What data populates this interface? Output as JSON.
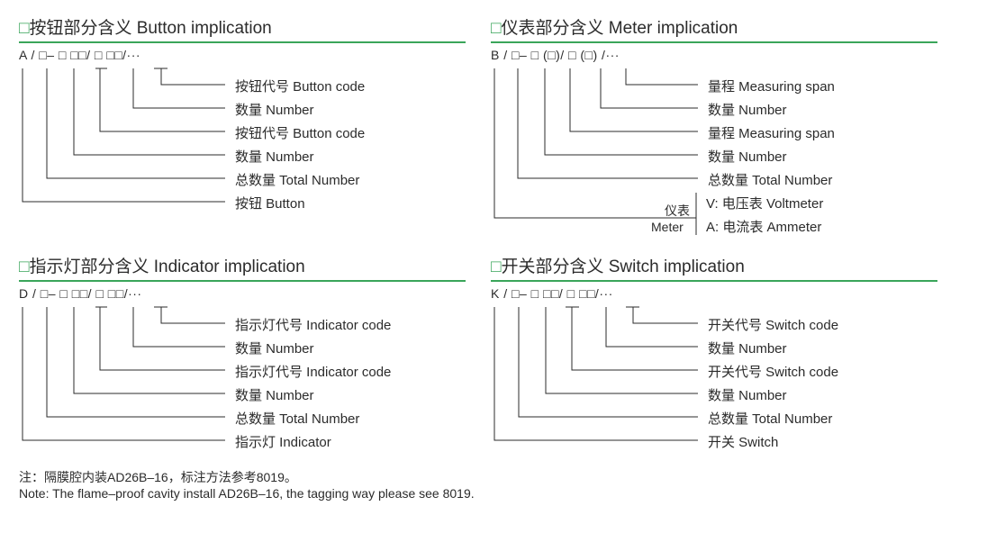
{
  "sections": {
    "button": {
      "title_box": "□",
      "title": "按钮部分含义 Button implication",
      "code": "A / □– □ □□/ □ □□/···",
      "items": [
        "按钮代号  Button code",
        "数量  Number",
        "按钮代号  Button code",
        "数量  Number",
        "总数量  Total Number",
        "按钮  Button"
      ]
    },
    "meter": {
      "title_box": "□",
      "title": "仪表部分含义 Meter implication",
      "code": "B / □– □ (□)/ □ (□) /···",
      "items": [
        "量程  Measuring span",
        "数量  Number",
        "量程  Measuring span",
        "数量  Number",
        "总数量  Total Number"
      ],
      "bracket_top": "仪表",
      "bracket_bottom": "Meter",
      "options": [
        "V:  电压表  Voltmeter",
        "A:  电流表  Ammeter"
      ]
    },
    "indicator": {
      "title_box": "□",
      "title": "指示灯部分含义 Indicator implication",
      "code": "D / □– □ □□/ □ □□/···",
      "items": [
        "指示灯代号  Indicator code",
        "数量  Number",
        "指示灯代号  Indicator code",
        "数量  Number",
        "总数量  Total Number",
        "指示灯  Indicator"
      ]
    },
    "switch": {
      "title_box": "□",
      "title": "开关部分含义 Switch implication",
      "code": "K / □– □ □□/ □ □□/···",
      "items": [
        "开关代号  Switch code",
        "数量  Number",
        "开关代号  Switch code",
        "数量  Number",
        "总数量  Total Number",
        "开关  Switch"
      ]
    }
  },
  "notes": {
    "cn": "注：隔膜腔内装AD26B–16，标注方法参考8019。",
    "en": "Note: The flame–proof cavity install AD26B–16, the tagging way please see 8019."
  },
  "colors": {
    "accent": "#3aa55a",
    "text": "#2b2b2b"
  }
}
